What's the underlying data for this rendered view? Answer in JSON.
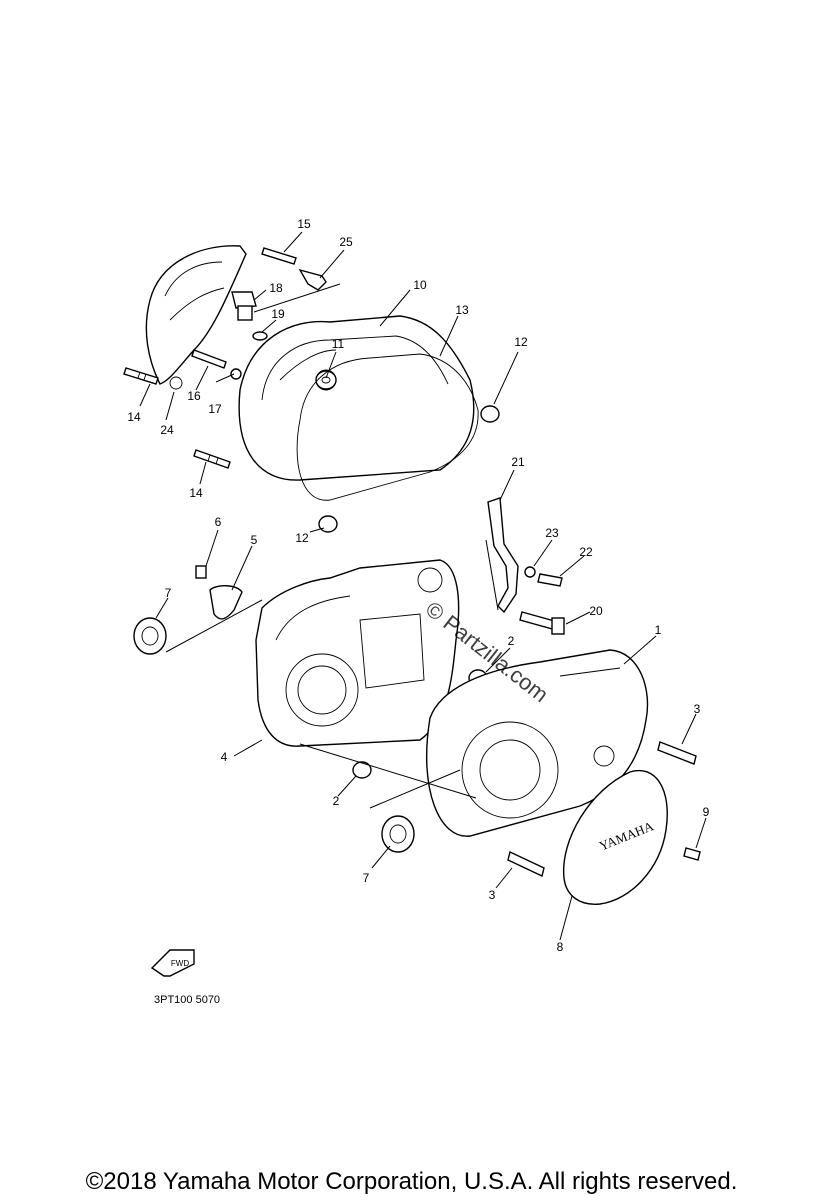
{
  "callouts": {
    "c1": "1",
    "c2a": "2",
    "c2b": "2",
    "c3a": "3",
    "c3b": "3",
    "c4": "4",
    "c5": "5",
    "c6": "6",
    "c7a": "7",
    "c7b": "7",
    "c8": "8",
    "c9": "9",
    "c10": "10",
    "c11": "11",
    "c12a": "12",
    "c12b": "12",
    "c13": "13",
    "c14a": "14",
    "c14b": "14",
    "c15": "15",
    "c16": "16",
    "c17": "17",
    "c18": "18",
    "c19": "19",
    "c20": "20",
    "c21": "21",
    "c22": "22",
    "c23": "23",
    "c24": "24",
    "c25": "25"
  },
  "cover_logo": "YAMAHA",
  "fwd_label": "FWD",
  "watermark": "© Partzilla.com",
  "diagram_code": "3PT100 5070",
  "copyright": "©2018 Yamaha Motor Corporation, U.S.A. All rights reserved."
}
